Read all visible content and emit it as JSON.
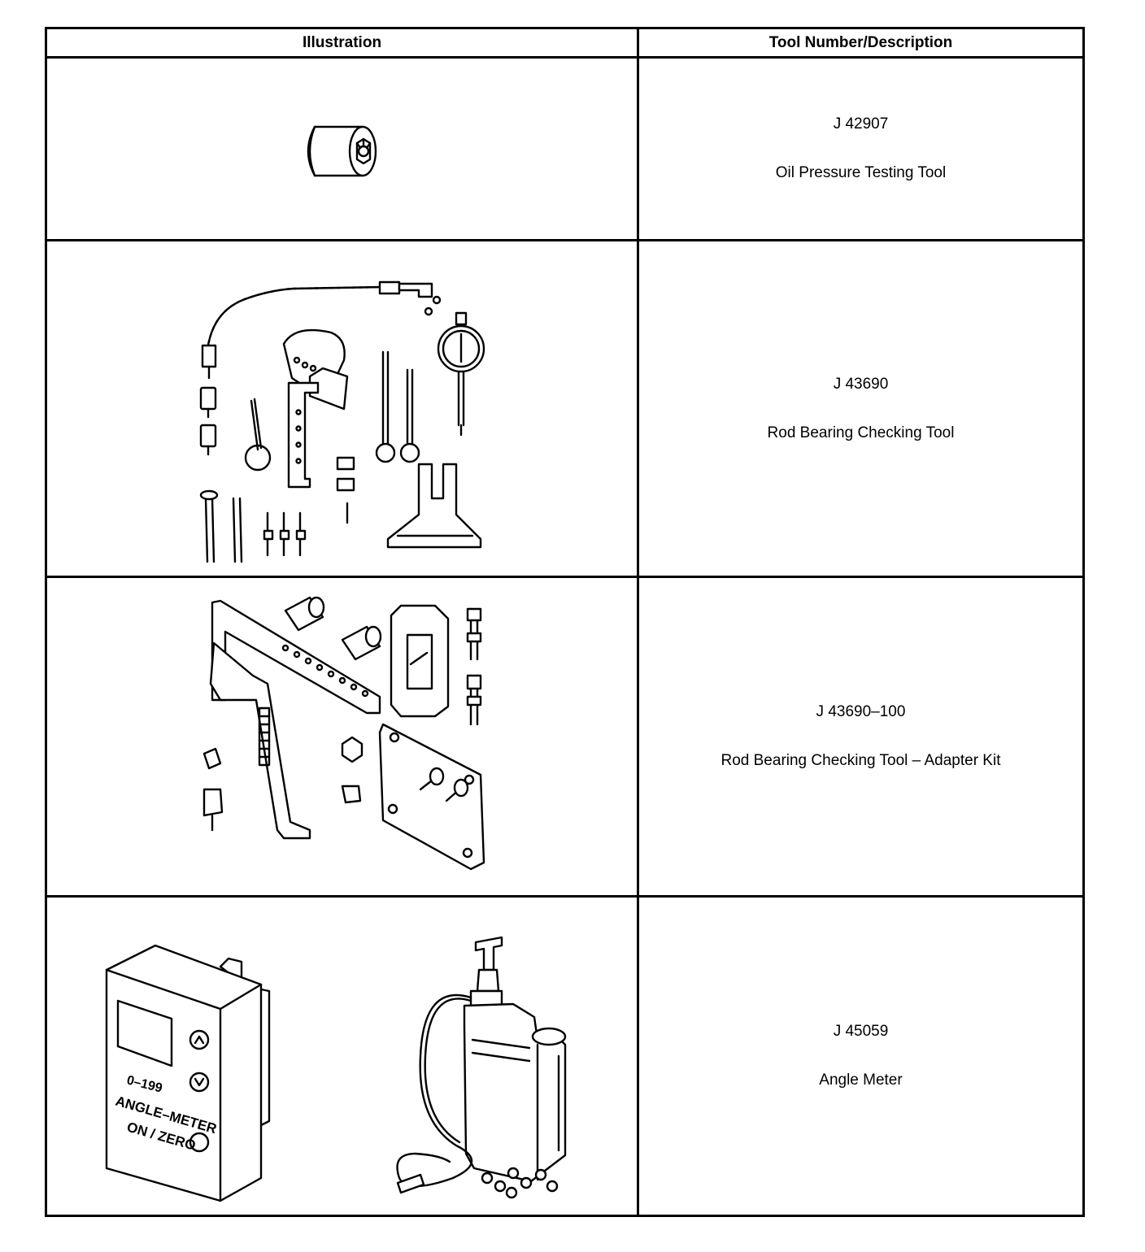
{
  "table": {
    "headers": {
      "illustration": "Illustration",
      "tool": "Tool Number/Description"
    },
    "rows": [
      {
        "number": "J 42907",
        "description": "Oil Pressure Testing Tool",
        "illustration_icon": "oil-pressure-testing-tool-icon"
      },
      {
        "number": "J 43690",
        "description": "Rod Bearing Checking Tool",
        "illustration_icon": "rod-bearing-checking-tool-icon"
      },
      {
        "number": "J 43690–100",
        "description": "Rod Bearing Checking Tool – Adapter Kit",
        "illustration_icon": "adapter-kit-icon"
      },
      {
        "number": "J 45059",
        "description": "Angle Meter",
        "illustration_icon": "angle-meter-icon"
      }
    ]
  },
  "angle_meter_face": {
    "range": "0–199",
    "name": "ANGLE–METER",
    "button": "ON / ZERO"
  }
}
